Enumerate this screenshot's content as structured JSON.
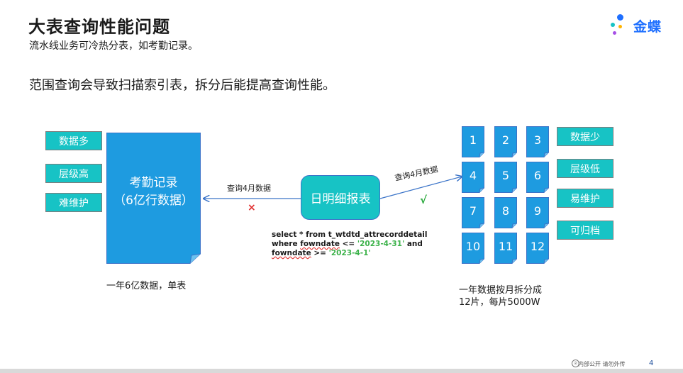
{
  "title": "大表查询性能问题",
  "subtitle": "流水线业务可冷热分表，如考勤记录。",
  "statement": "范围查询会导致扫描索引表，拆分后能提高查询性能。",
  "logo": {
    "text": "金蝶",
    "mark_icon": "kingdee-dots-icon",
    "brand_color": "#1e6fff"
  },
  "left_tags": [
    "数据多",
    "层级高",
    "难维护"
  ],
  "big_table": {
    "line1": "考勤记录",
    "line2": "（6亿行数据）"
  },
  "daily_report": "日明细报表",
  "query_left": "查询4月数据",
  "query_right": "查询4月数据",
  "cross_mark": "×",
  "check_mark": "√",
  "sql": {
    "line1": "select * from t_wtdtd_attrecorddetail",
    "line2_prefix": "where ",
    "line2_field": "fowndate",
    "line2_op": " <= ",
    "line2_value": "'2023-4-31'",
    "line2_suffix": " and",
    "line3_field": "fowndate",
    "line3_op": " >= ",
    "line3_value": "'2023-4-1'"
  },
  "caption_left": "一年6亿数据，单表",
  "months": [
    "1",
    "2",
    "3",
    "4",
    "5",
    "6",
    "7",
    "8",
    "9",
    "10",
    "11",
    "12"
  ],
  "right_tags": [
    "数据少",
    "层级低",
    "易维护",
    "可归档"
  ],
  "caption_right": {
    "line1": "一年数据按月拆分成",
    "line2": "12片，每片5000W"
  },
  "footer": {
    "icon": "info-circle-icon",
    "circle_text": "②",
    "label": "内部公开 请勿外传",
    "page": "4"
  },
  "colors": {
    "teal": "#17c3c5",
    "blue": "#1e9be0",
    "arrow": "#3a73c8"
  }
}
